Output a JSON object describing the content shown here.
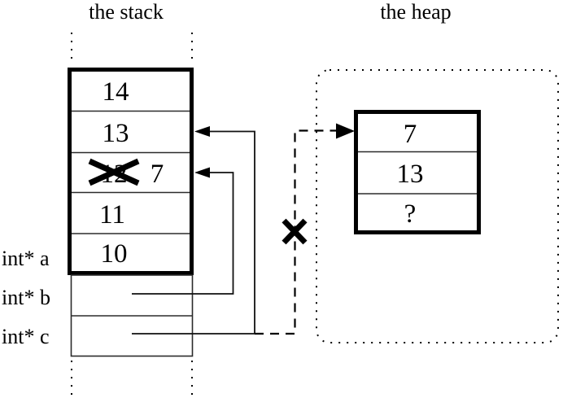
{
  "colors": {
    "ink": "#000000",
    "background": "#ffffff"
  },
  "stack": {
    "title": "the stack",
    "frame_cells": [
      {
        "value": "14"
      },
      {
        "value": "13"
      },
      {
        "value": "12",
        "crossed_out": true,
        "new_value": "7"
      },
      {
        "value": "11"
      },
      {
        "value": "10"
      }
    ],
    "pointer_variables": [
      {
        "label": "int* a"
      },
      {
        "label": "int* b"
      },
      {
        "label": "int* c"
      }
    ]
  },
  "heap": {
    "title": "the heap",
    "block_cells": [
      {
        "value": "7"
      },
      {
        "value": "13"
      },
      {
        "value": "?"
      }
    ]
  }
}
